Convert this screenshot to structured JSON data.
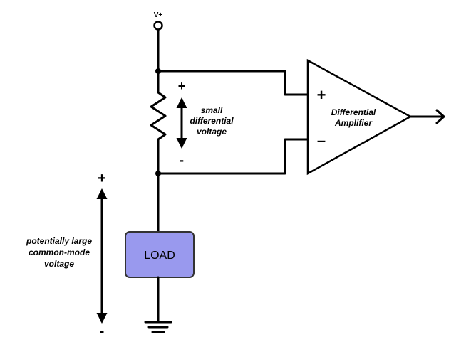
{
  "supply": {
    "label": "V+"
  },
  "amplifier": {
    "label_line1": "Differential",
    "label_line2": "Amplifier",
    "plus_sign": "+",
    "minus_sign": "–"
  },
  "differential": {
    "plus_sign": "+",
    "minus_sign": "-",
    "label_line1": "small",
    "label_line2": "differential",
    "label_line3": "voltage"
  },
  "common_mode": {
    "plus_sign": "+",
    "minus_sign": "-",
    "label_line1": "potentially large",
    "label_line2": "common-mode",
    "label_line3": "voltage"
  },
  "load": {
    "label": "LOAD",
    "fill_color": "#9999ee",
    "stroke_color": "#333333"
  }
}
